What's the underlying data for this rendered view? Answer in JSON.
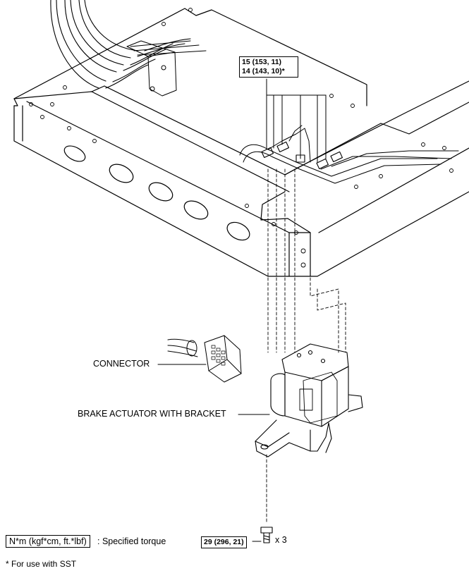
{
  "labels": {
    "connector": "CONNECTOR",
    "actuator": "BRAKE ACTUATOR WITH BRACKET"
  },
  "torque": {
    "upper_line1": "15 (153, 11)",
    "upper_line2": "14 (143, 10)*",
    "bolt": "29 (296, 21)",
    "bolt_qty": "x 3"
  },
  "legend": {
    "unit_box": "N*m (kgf*cm, ft.*lbf)",
    "unit_text": ": Specified torque",
    "footnote": "* For use with SST"
  }
}
